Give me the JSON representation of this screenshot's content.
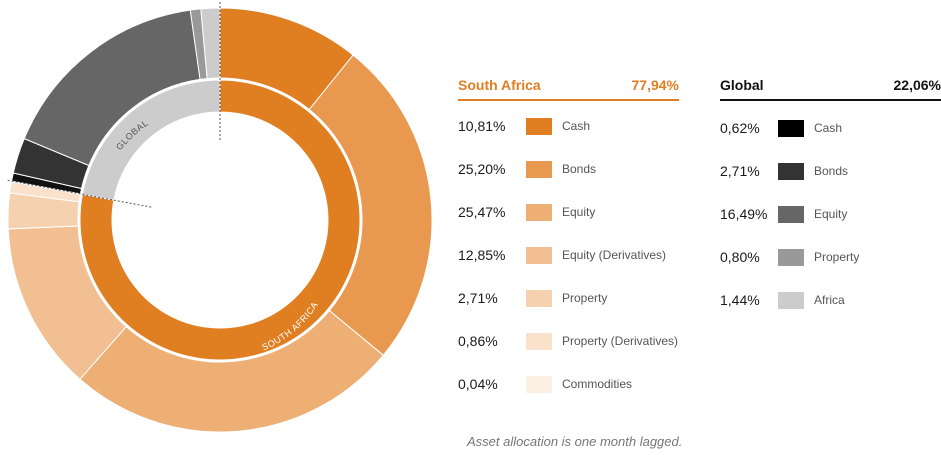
{
  "chart_data": {
    "type": "pie",
    "variant": "double-ring-donut",
    "inner_ring": [
      {
        "name": "Global",
        "value": 22.06,
        "color": "#cccccc"
      },
      {
        "name": "South Africa",
        "value": 77.94,
        "color": "#e07f22"
      }
    ],
    "inner_labels": {
      "global": "GLOBAL",
      "south_africa": "SOUTH AFRICA"
    },
    "outer_ring": [
      {
        "group": "South Africa",
        "name": "Cash",
        "value": 10.81,
        "color": "#e07f22"
      },
      {
        "group": "South Africa",
        "name": "Bonds",
        "value": 25.2,
        "color": "#e8994f"
      },
      {
        "group": "South Africa",
        "name": "Equity",
        "value": 25.47,
        "color": "#eeaf74"
      },
      {
        "group": "South Africa",
        "name": "Equity (Derivatives)",
        "value": 12.85,
        "color": "#f2bf92"
      },
      {
        "group": "South Africa",
        "name": "Property",
        "value": 2.71,
        "color": "#f6d1b0"
      },
      {
        "group": "South Africa",
        "name": "Property (Derivatives)",
        "value": 0.86,
        "color": "#f9e1cc"
      },
      {
        "group": "South Africa",
        "name": "Commodities",
        "value": 0.04,
        "color": "#fcefe3"
      },
      {
        "group": "Global",
        "name": "Cash",
        "value": 0.62,
        "color": "#111111"
      },
      {
        "group": "Global",
        "name": "Bonds",
        "value": 2.71,
        "color": "#333333"
      },
      {
        "group": "Global",
        "name": "Equity",
        "value": 16.49,
        "color": "#666666"
      },
      {
        "group": "Global",
        "name": "Property",
        "value": 0.8,
        "color": "#999999"
      },
      {
        "group": "Global",
        "name": "Africa",
        "value": 1.44,
        "color": "#cccccc"
      }
    ]
  },
  "legend": {
    "south_africa": {
      "title": "South Africa",
      "total": "77,94%",
      "items": [
        {
          "value": "10,81%",
          "label": "Cash",
          "color": "#e07f22"
        },
        {
          "value": "25,20%",
          "label": "Bonds",
          "color": "#e8994f"
        },
        {
          "value": "25,47%",
          "label": "Equity",
          "color": "#eeaf74"
        },
        {
          "value": "12,85%",
          "label": "Equity (Derivatives)",
          "color": "#f2bf92"
        },
        {
          "value": "2,71%",
          "label": "Property",
          "color": "#f6d1b0"
        },
        {
          "value": "0,86%",
          "label": "Property (Derivatives)",
          "color": "#f9e1cc"
        },
        {
          "value": "0,04%",
          "label": "Commodities",
          "color": "#fcefe3"
        }
      ]
    },
    "global": {
      "title": "Global",
      "total": "22,06%",
      "items": [
        {
          "value": "0,62%",
          "label": "Cash",
          "color": "#000000"
        },
        {
          "value": "2,71%",
          "label": "Bonds",
          "color": "#333333"
        },
        {
          "value": "16,49%",
          "label": "Equity",
          "color": "#666666"
        },
        {
          "value": "0,80%",
          "label": "Property",
          "color": "#999999"
        },
        {
          "value": "1,44%",
          "label": "Africa",
          "color": "#cccccc"
        }
      ]
    }
  },
  "footnote": "Asset allocation is one month lagged."
}
